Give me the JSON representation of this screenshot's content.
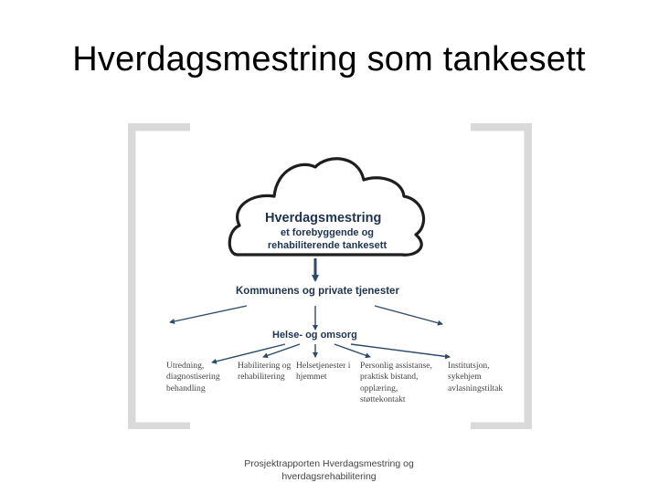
{
  "slide": {
    "title": "Hverdagsmestring som tankesett"
  },
  "diagram": {
    "cloud_title": "Hverdagsmestring",
    "cloud_subtitle": "et forebyggende og rehabiliterende tankesett",
    "level1_label": "Kommunens og private tjenester",
    "level2_label": "Helse- og omsorg",
    "services": [
      "Utredning, diagnostisering behandling",
      "Habilitering og rehabilitering",
      "Helsetjenester i hjemmet",
      "Personlig assistanse, praktisk bistand, opplæring, støttekontakt",
      "Institutsjon, sykehjem avlasningstiltak"
    ],
    "colors": {
      "bracket": "#d9d9d9",
      "outline": "#1e1e1e",
      "arrow": "#2e4a6b",
      "text_dark": "#1e3350"
    }
  },
  "footer": {
    "caption": "Prosjektrapporten Hverdagsmestring og hverdagsrehabilitering"
  }
}
